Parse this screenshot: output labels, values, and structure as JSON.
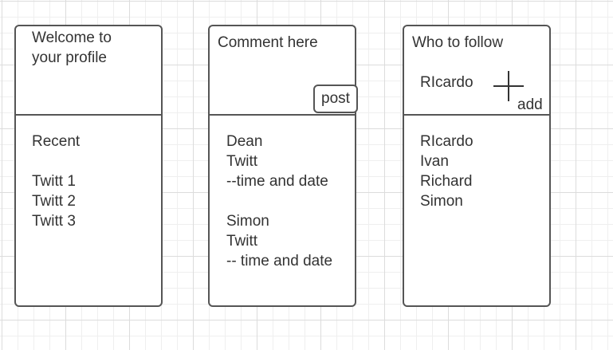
{
  "profile": {
    "title": "Welcome to\nyour profile",
    "recent_label": "Recent",
    "recent": [
      "Twitt 1",
      "Twitt 2",
      "Twitt 3"
    ]
  },
  "comments": {
    "prompt": "Comment here",
    "post_label": "post",
    "feed": [
      "Dean",
      "Twitt",
      "--time and date",
      "",
      "Simon",
      "Twitt",
      "-- time and date"
    ]
  },
  "follow": {
    "title": "Who to follow",
    "suggestion": "RIcardo",
    "add_label": "add",
    "list": [
      "RIcardo",
      "Ivan",
      "Richard",
      "Simon"
    ]
  }
}
